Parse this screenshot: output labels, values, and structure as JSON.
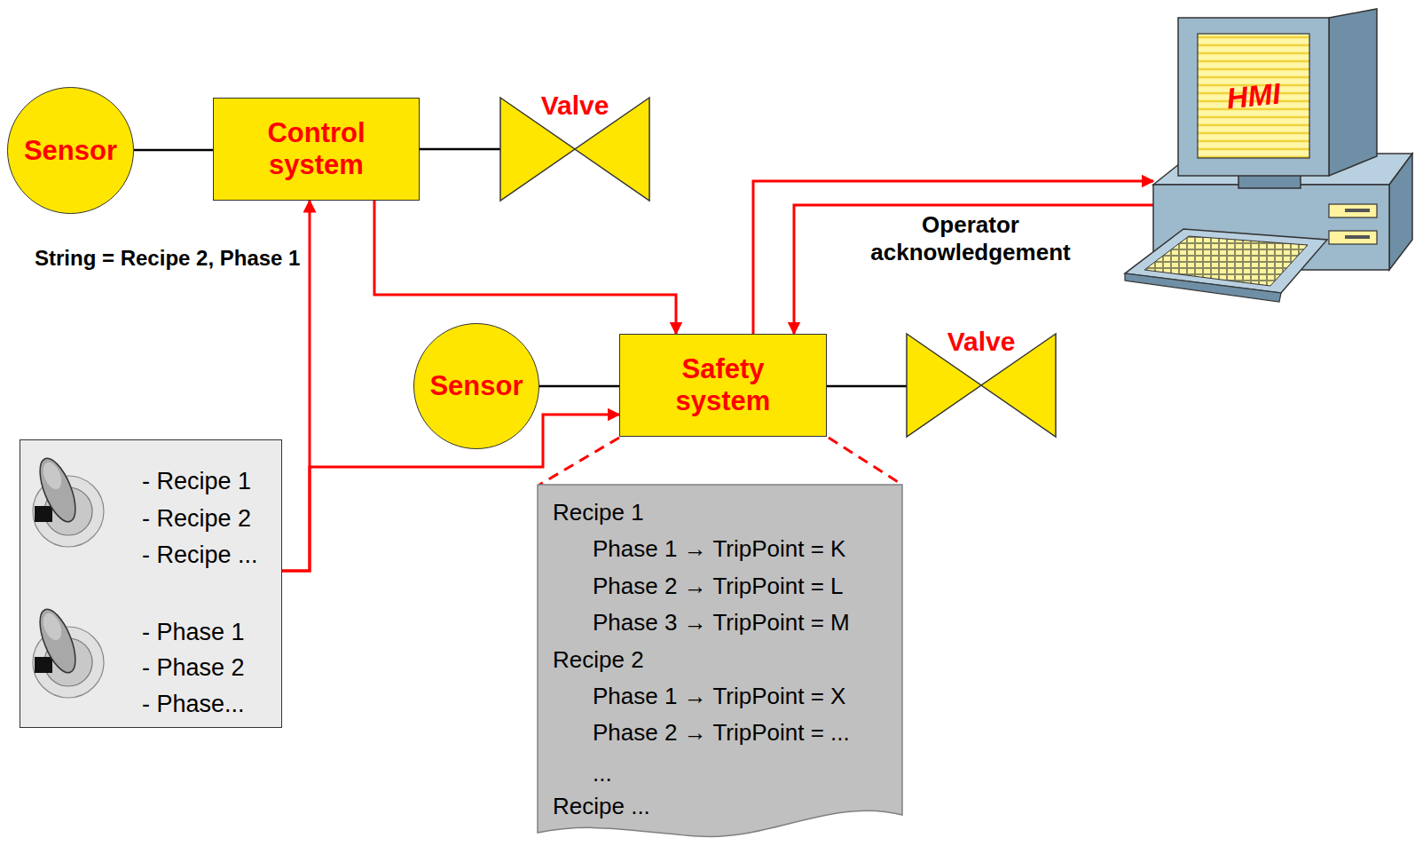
{
  "diagram": {
    "nodes": [
      {
        "text": [
          "Sensor"
        ]
      },
      {
        "text": [
          "Control system"
        ]
      },
      {
        "text": [
          "Valve"
        ]
      },
      {
        "text": [
          "HMI"
        ]
      },
      {
        "text": [
          "Sensor"
        ]
      },
      {
        "text": [
          "Safety system"
        ]
      },
      {
        "text": [
          "Valve"
        ]
      },
      {
        "text": [
          "- Recipe 1",
          "- Recipe 2",
          "- Recipe ...",
          "- Phase 1",
          "- Phase 2",
          "- Phase..."
        ]
      },
      {
        "text": [
          "Recipe 1",
          "Phase 1 → TripPoint = K",
          "Phase 2 → TripPoint = L",
          "Phase 3 → TripPoint = M",
          "Recipe 2",
          "Phase 1 → TripPoint = X",
          "Phase 2 → TripPoint = ...",
          "...",
          "Recipe ..."
        ]
      }
    ],
    "edges": [
      {
        "from": 0,
        "to": 1,
        "arrow": "none"
      },
      {
        "from": 1,
        "to": 2,
        "arrow": "none"
      },
      {
        "from": 7,
        "to": 1,
        "arrow": "to"
      },
      {
        "from": 1,
        "to": 5,
        "arrow": "to"
      },
      {
        "from": 7,
        "to": 5,
        "arrow": "to"
      },
      {
        "from": 5,
        "to": 3,
        "arrow": "to"
      },
      {
        "from": 3,
        "to": 5,
        "label": "Operator acknowledgement",
        "arrow": "to"
      },
      {
        "from": 4,
        "to": 5,
        "arrow": "none"
      },
      {
        "from": 5,
        "to": 6,
        "arrow": "none"
      }
    ],
    "labels": [
      "String = Recipe 2, Phase 1"
    ]
  }
}
